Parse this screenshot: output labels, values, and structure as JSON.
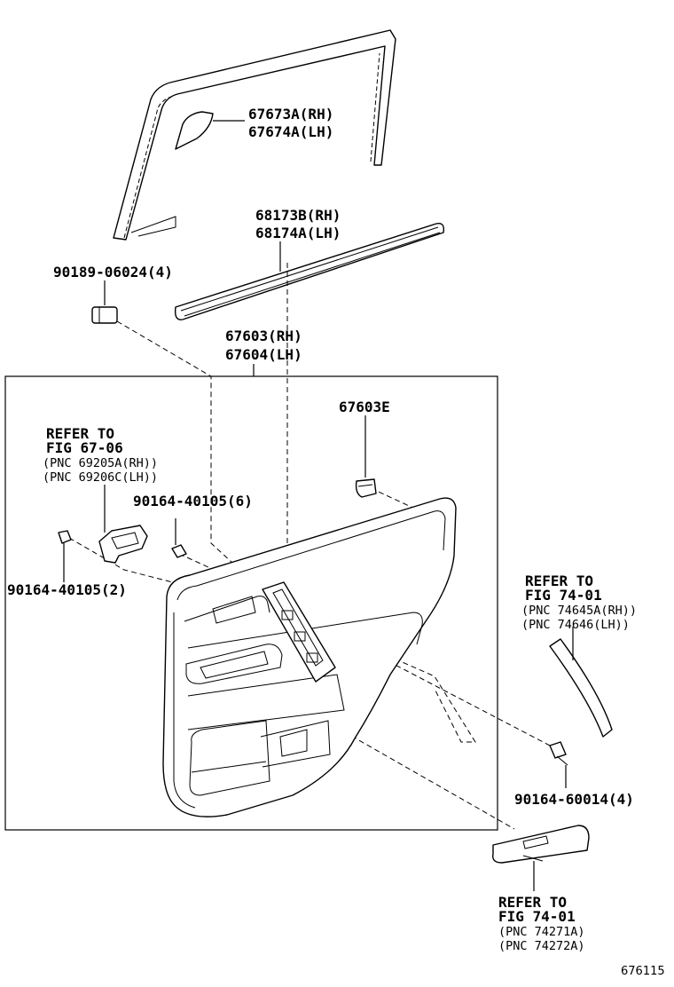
{
  "labels": {
    "p67673": "67673A(RH)",
    "p67674": "67674A(LH)",
    "p68173": "68173B(RH)",
    "p68174": "68174A(LH)",
    "p90189": "90189-06024(4)",
    "p67603": "67603(RH)",
    "p67604": "67604(LH)",
    "p67603e": "67603E",
    "refer1_line1": "REFER TO",
    "refer1_line2": "FIG 67-06",
    "refer1_line3": "(PNC 69205A(RH))",
    "refer1_line4": "(PNC 69206C(LH))",
    "p90164_6": "90164-40105(6)",
    "p90164_2": "90164-40105(2)",
    "refer2_line1": "REFER TO",
    "refer2_line2": "FIG 74-01",
    "refer2_line3": "(PNC 74645A(RH))",
    "refer2_line4": "(PNC 74646(LH))",
    "p90164_60014": "90164-60014(4)",
    "refer3_line1": "REFER TO",
    "refer3_line2": "FIG 74-01",
    "refer3_line3": "(PNC 74271A)",
    "refer3_line4": "(PNC 74272A)",
    "figure_id": "676115"
  }
}
